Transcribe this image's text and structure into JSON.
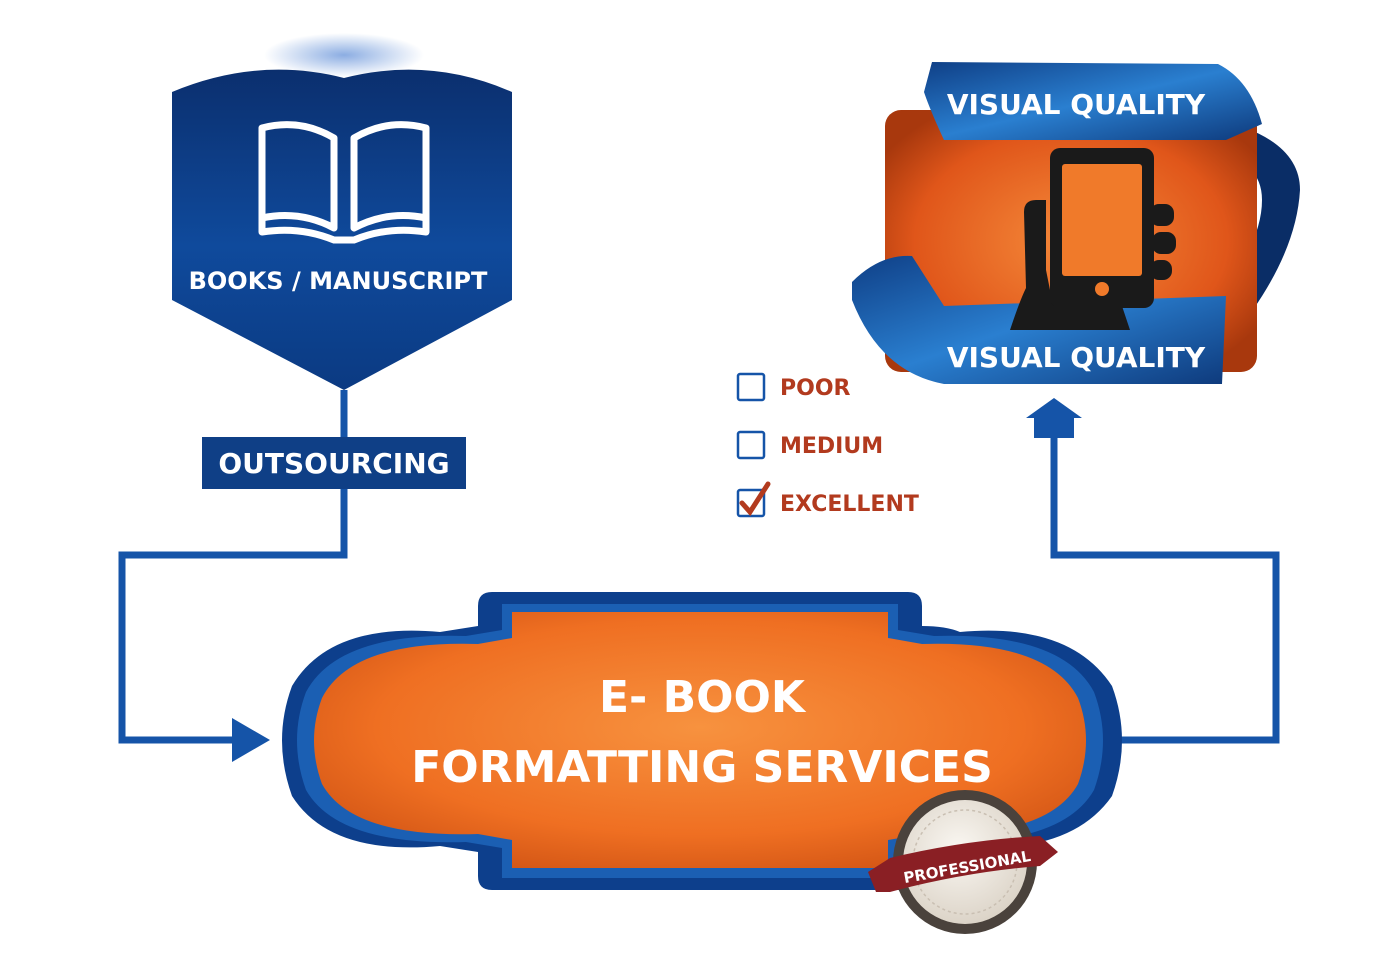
{
  "source": {
    "label": "BOOKS / MANUSCRIPT",
    "icon": "open-book-icon"
  },
  "connector": {
    "label": "OUTSOURCING"
  },
  "service": {
    "line1": "E- BOOK",
    "line2": "FORMATTING SERVICES"
  },
  "badge": {
    "label": "PROFESSIONAL"
  },
  "quality": {
    "top_label": "VISUAL QUALITY",
    "bottom_label": "VISUAL QUALITY",
    "icon": "hand-holding-phone-icon"
  },
  "ratings": [
    {
      "label": "POOR",
      "checked": false
    },
    {
      "label": "MEDIUM",
      "checked": false
    },
    {
      "label": "EXCELLENT",
      "checked": true
    }
  ],
  "colors": {
    "navy": "#0d3f8c",
    "dark_navy": "#0a2d66",
    "line_blue": "#1554a8",
    "orange": "#f07a2a",
    "dark_orange": "#c84a14",
    "teal_ribbon": "#3a8fd6",
    "status_red": "#b23a1e",
    "badge_red": "#8a1f24"
  }
}
